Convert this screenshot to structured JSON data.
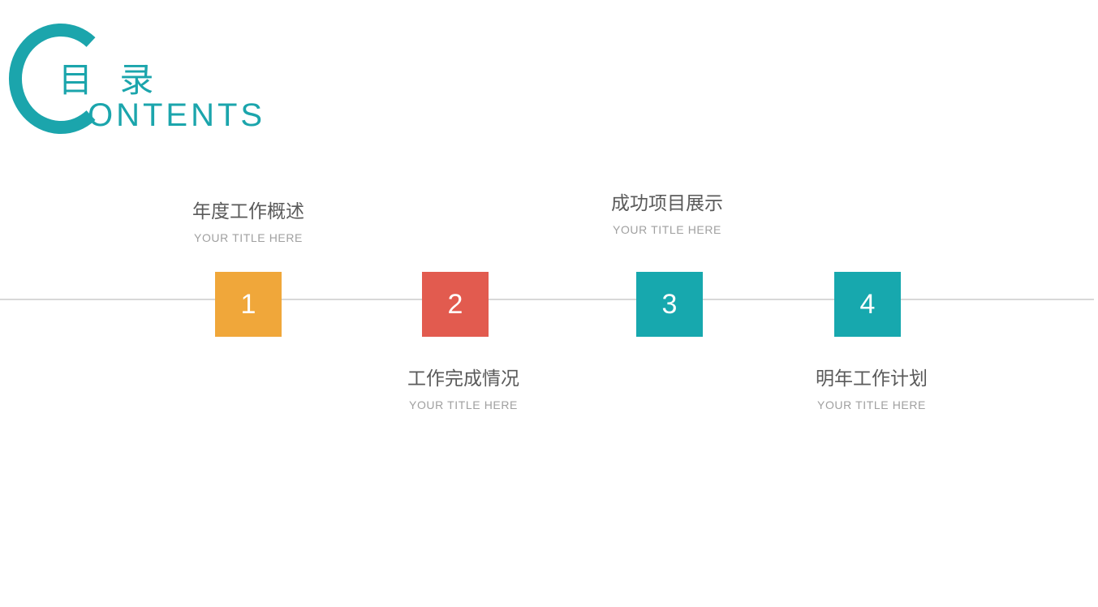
{
  "slide": {
    "background_color": "#ffffff",
    "accent_teal": "#1BA5AC",
    "line_color": "#d8d8d8"
  },
  "header": {
    "letter_c": "C",
    "title_cn": "目 录",
    "title_en": "ONTENTS"
  },
  "timeline": {
    "items": [
      {
        "number": "1",
        "color": "#F0A73A",
        "title_cn": "年度工作概述",
        "title_en": "YOUR TITLE HERE",
        "position": "above"
      },
      {
        "number": "2",
        "color": "#E25B4F",
        "title_cn": "工作完成情况",
        "title_en": "YOUR TITLE HERE",
        "position": "below"
      },
      {
        "number": "3",
        "color": "#17A8AE",
        "title_cn": "成功项目展示",
        "title_en": "YOUR TITLE HERE",
        "position": "above"
      },
      {
        "number": "4",
        "color": "#17A8AE",
        "title_cn": "明年工作计划",
        "title_en": "YOUR TITLE HERE",
        "position": "below"
      }
    ]
  }
}
